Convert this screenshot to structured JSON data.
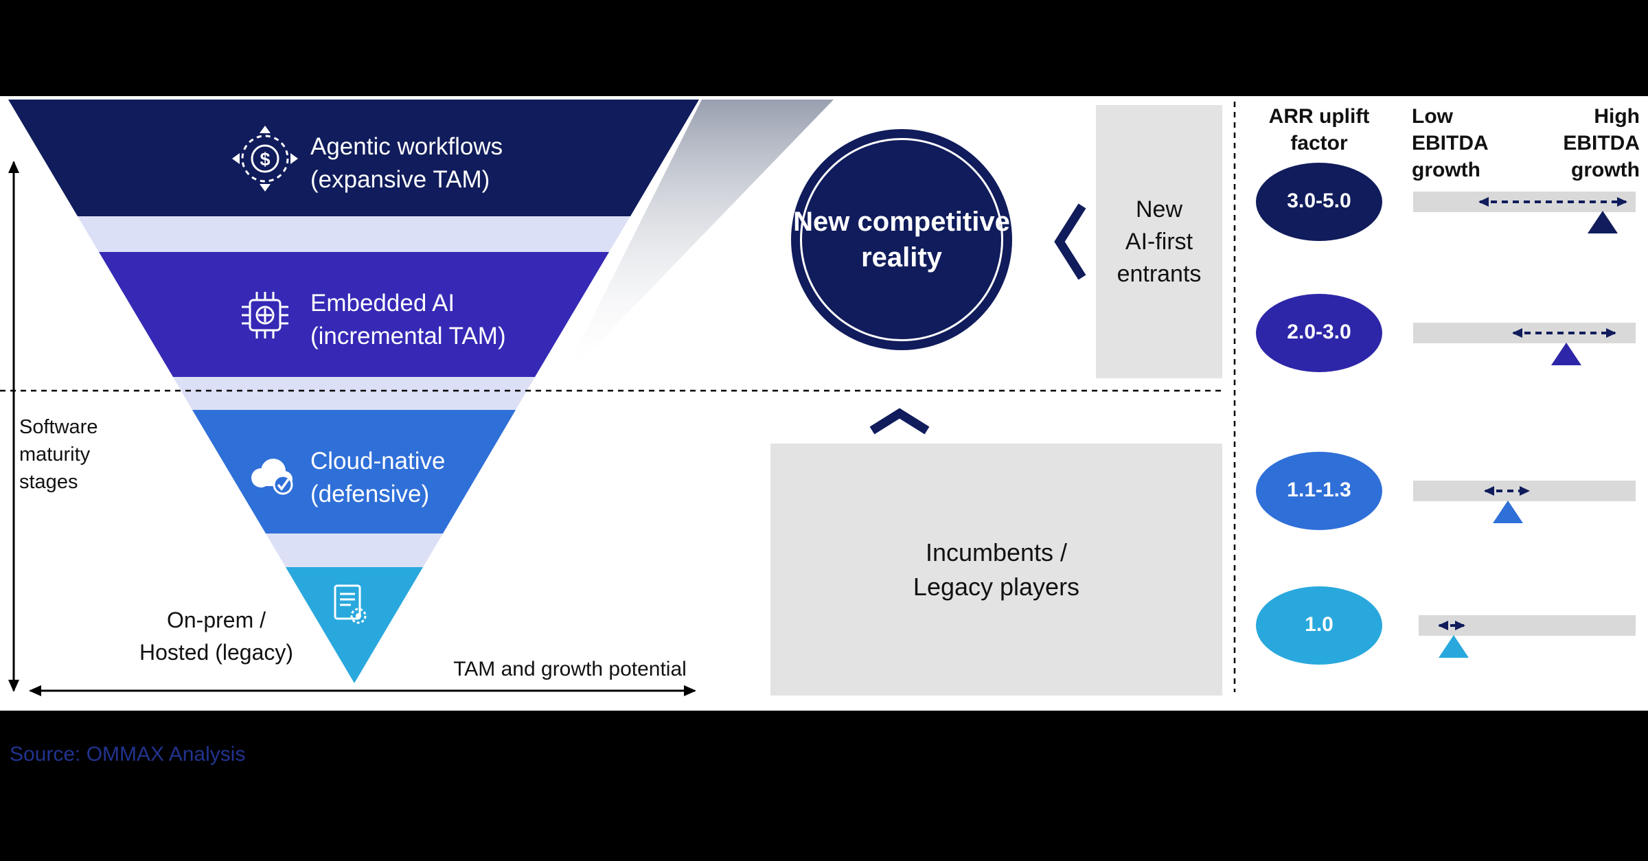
{
  "diagram": {
    "y_axis_label_lines": [
      "Software",
      "maturity",
      "stages"
    ],
    "x_axis_label": "TAM and growth potential",
    "tiers": [
      {
        "title": "Agentic workflows",
        "subtitle": "(expansive TAM)",
        "color": "#101c5b"
      },
      {
        "title": "Embedded AI",
        "subtitle": "(incremental TAM)",
        "color": "#3629b5"
      },
      {
        "title": "Cloud-native",
        "subtitle": "(defensive)",
        "color": "#2f6fd8"
      },
      {
        "title": "On-prem /",
        "subtitle": "Hosted (legacy)",
        "color": "#29a8dd"
      }
    ],
    "band_color": "#dce0f6",
    "icons": {
      "dollar": "$"
    },
    "circle": {
      "line1": "New competitive",
      "line2": "reality",
      "color": "#101c5b"
    },
    "top_box": {
      "lines": [
        "New",
        "AI-first",
        "entrants"
      ],
      "color": "#e3e3e3"
    },
    "bottom_box": {
      "line1": "Incumbents /",
      "line2": "Legacy players",
      "color": "#e3e3e3"
    }
  },
  "panel": {
    "headers": {
      "arr": [
        "ARR uplift",
        "factor"
      ],
      "low": [
        "Low",
        "EBITDA",
        "growth"
      ],
      "high": [
        "High",
        "EBITDA",
        "growth"
      ]
    },
    "rows": [
      {
        "factor": "3.0-5.0",
        "color": "#101c5b"
      },
      {
        "factor": "2.0-3.0",
        "color": "#2e26a8"
      },
      {
        "factor": "1.1-1.3",
        "color": "#2f6fd8"
      },
      {
        "factor": "1.0",
        "color": "#29a8dd"
      }
    ],
    "bar_color": "#d9d9d9"
  },
  "source": "Source: OMMAX Analysis"
}
